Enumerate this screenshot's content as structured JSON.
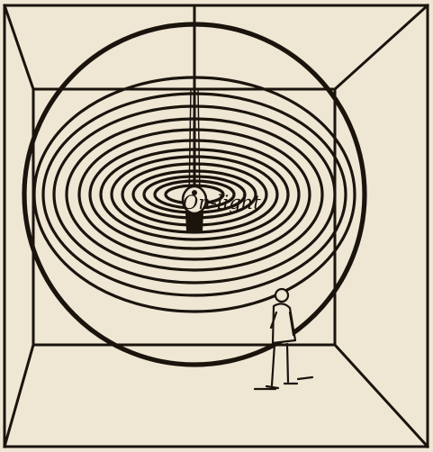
{
  "figure": {
    "lamp_label": "On-light",
    "colors": {
      "paper": "#efe6d4",
      "ink": "#1a140d"
    },
    "elements": {
      "room": "room-outline",
      "waves": "concentric-light-waves",
      "lamp": "hanging-lamp-icon",
      "observer": "standing-man-icon"
    }
  }
}
